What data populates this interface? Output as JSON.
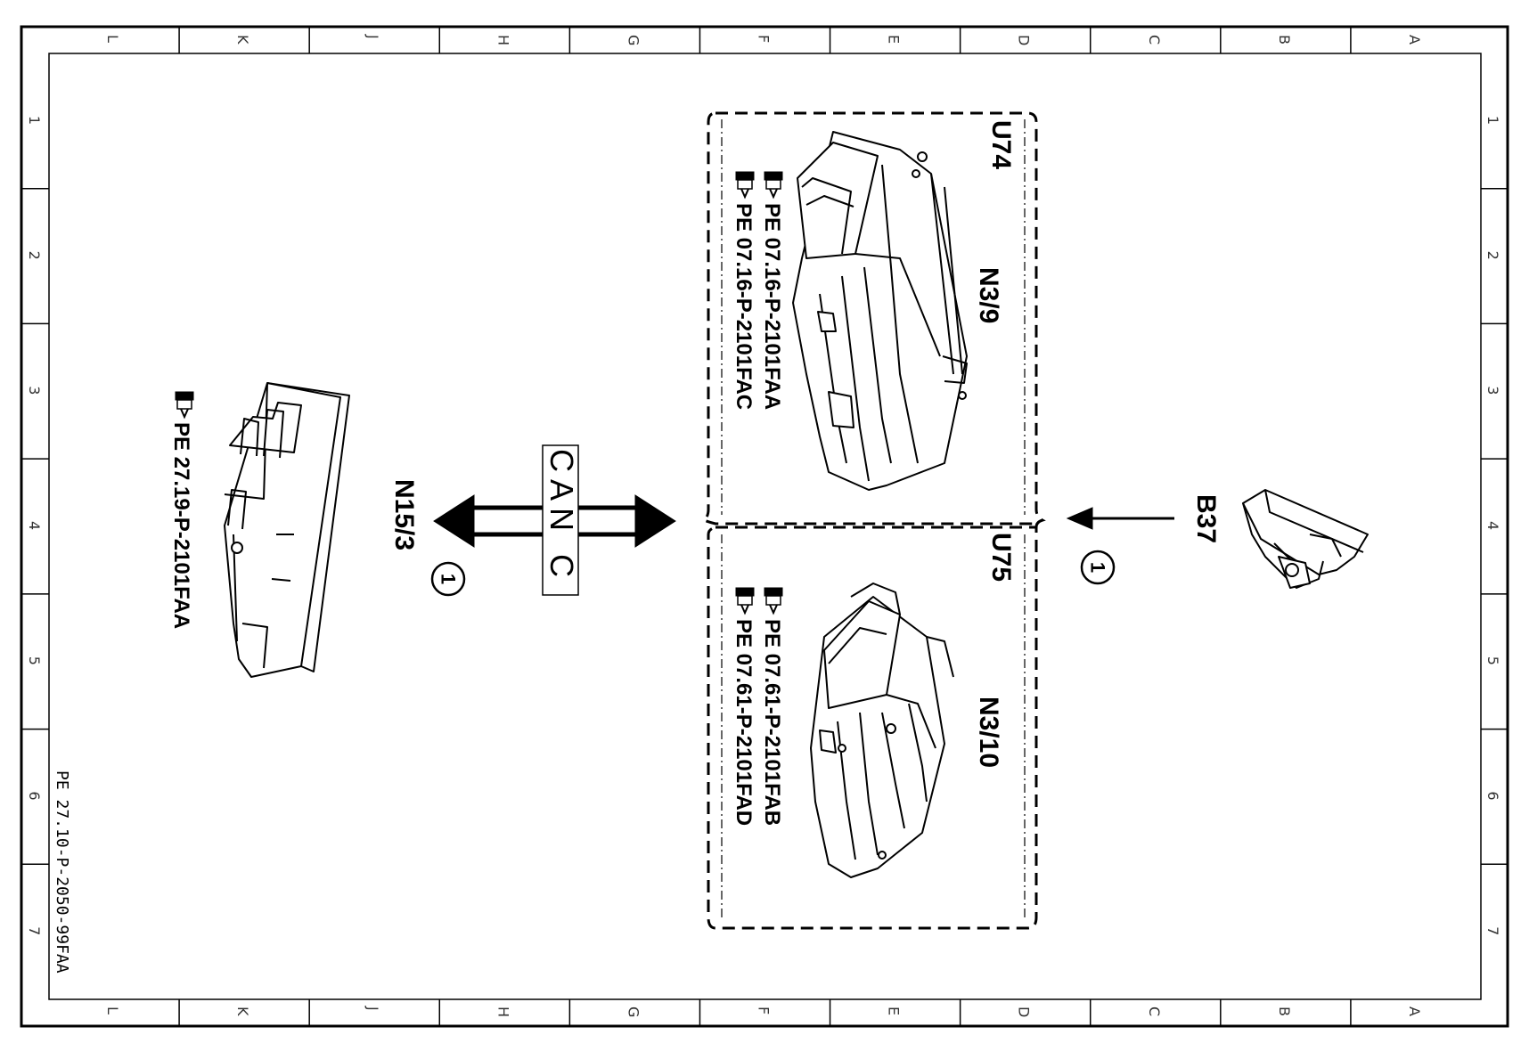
{
  "grid": {
    "letters": [
      "L",
      "K",
      "J",
      "H",
      "G",
      "F",
      "E",
      "D",
      "C",
      "B",
      "A"
    ],
    "numbers": [
      "1",
      "2",
      "3",
      "4",
      "5",
      "6",
      "7"
    ]
  },
  "drawing_id": "PE 27.10-P-2050-99FAA",
  "bus": {
    "label": "CAN C"
  },
  "connection_marker": "1",
  "components": {
    "n15_3": {
      "code": "N15/3",
      "refs": [
        "PE  27.19-P-2101FAA"
      ]
    },
    "n3_9": {
      "code": "N3/9",
      "group": "U74",
      "refs": [
        "PE  07.16-P-2101FAA",
        "PE  07.16-P-2101FAC"
      ]
    },
    "n3_10": {
      "code": "N3/10",
      "group": "U75",
      "refs": [
        "PE  07.61-P-2101FAB",
        "PE  07.61-P-2101FAD"
      ]
    },
    "b37": {
      "code": "B37"
    }
  }
}
